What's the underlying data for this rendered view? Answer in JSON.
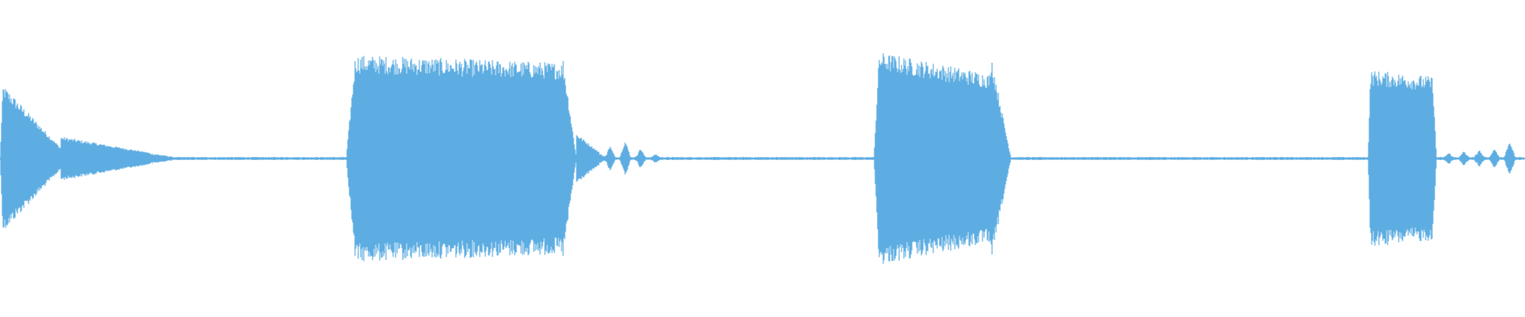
{
  "waveform": {
    "color": "#5dade2",
    "background": "#ffffff",
    "segments": [
      {
        "start": 0.0,
        "end": 0.04,
        "peak": 0.58,
        "shape": "attack-decay"
      },
      {
        "start": 0.227,
        "end": 0.378,
        "peak": 0.82,
        "shape": "sustain"
      },
      {
        "start": 0.573,
        "end": 0.663,
        "peak": 0.85,
        "shape": "sustain-fade"
      },
      {
        "start": 0.897,
        "end": 0.942,
        "peak": 0.7,
        "shape": "sustain"
      }
    ],
    "blips": [
      {
        "pos": 0.4,
        "amp": 0.1
      },
      {
        "pos": 0.41,
        "amp": 0.14
      },
      {
        "pos": 0.42,
        "amp": 0.08
      },
      {
        "pos": 0.43,
        "amp": 0.04
      },
      {
        "pos": 0.95,
        "amp": 0.05
      },
      {
        "pos": 0.96,
        "amp": 0.06
      },
      {
        "pos": 0.97,
        "amp": 0.07
      },
      {
        "pos": 0.98,
        "amp": 0.08
      },
      {
        "pos": 0.99,
        "amp": 0.14
      }
    ],
    "baseline_amplitude": 0.012
  }
}
